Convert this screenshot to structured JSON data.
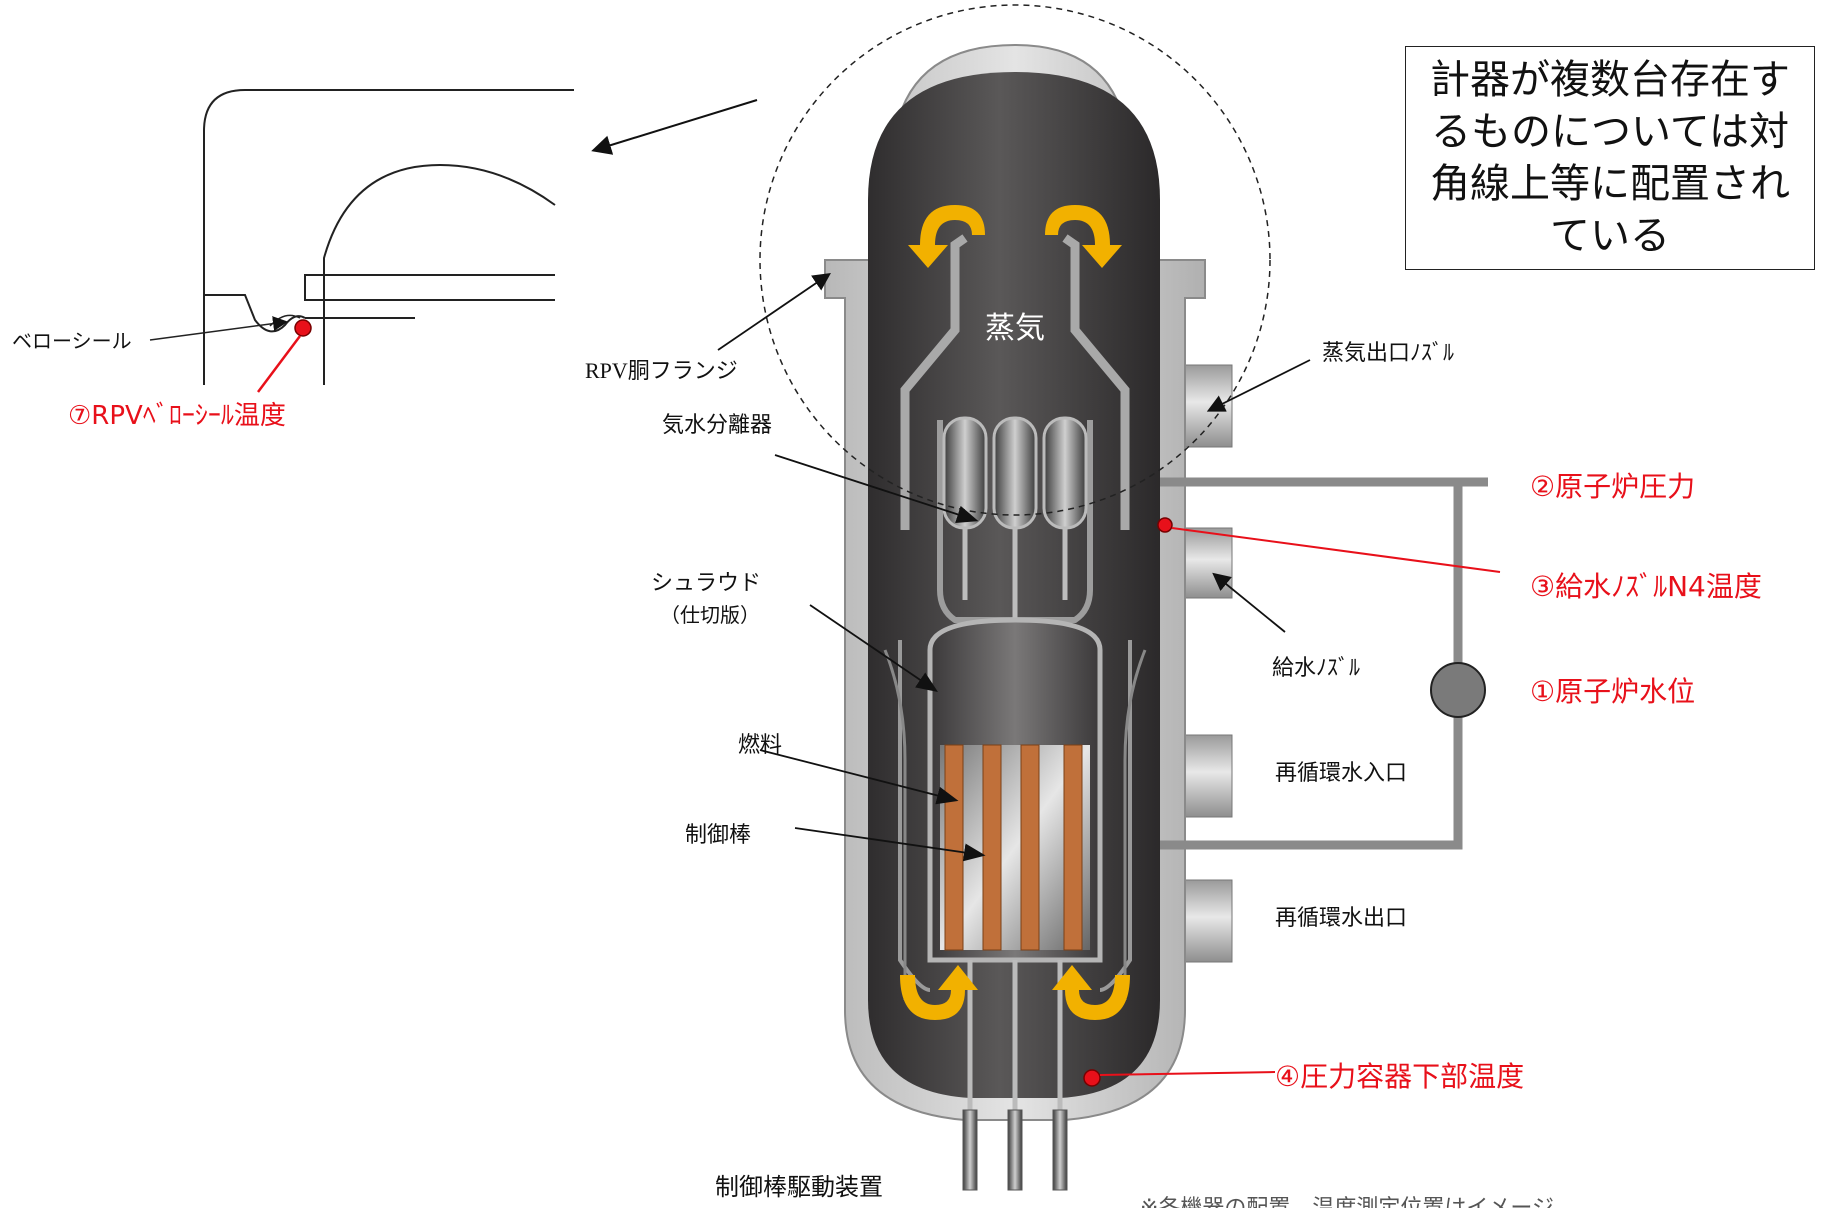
{
  "note": "計器が複数台存在するものについては対角線上等に配置されている",
  "labels": {
    "steam": "蒸気",
    "flange": "RPV胴フランジ",
    "separator": "気水分離器",
    "shroud": "シュラウド",
    "shroud_sub": "（仕切版）",
    "fuel": "燃料",
    "control_rod": "制御棒",
    "crd": "制御棒駆動装置",
    "steam_nozzle": "蒸気出口ﾉｽﾞﾙ",
    "feed_nozzle": "給水ﾉｽﾞﾙ",
    "recirc_in": "再循環水入口",
    "recirc_out": "再循環水出口",
    "bellows": "ベローシール",
    "footnote": "※各機器の配置、温度測定位置はイメージ"
  },
  "instruments": {
    "i1": "①原子炉水位",
    "i2": "②原子炉圧力",
    "i3": "③給水ﾉｽﾞﾙN4温度",
    "i4": "④圧力容器下部温度",
    "i7": "⑦RPVﾍﾞﾛｰｼｰﾙ温度"
  },
  "colors": {
    "instrument_red": "#e8101a",
    "arrow_yellow": "#f2b100",
    "vessel_wall": "#c9c9c9",
    "vessel_interior": "#4d4b4c",
    "fuel_copper": "#c0703a"
  }
}
